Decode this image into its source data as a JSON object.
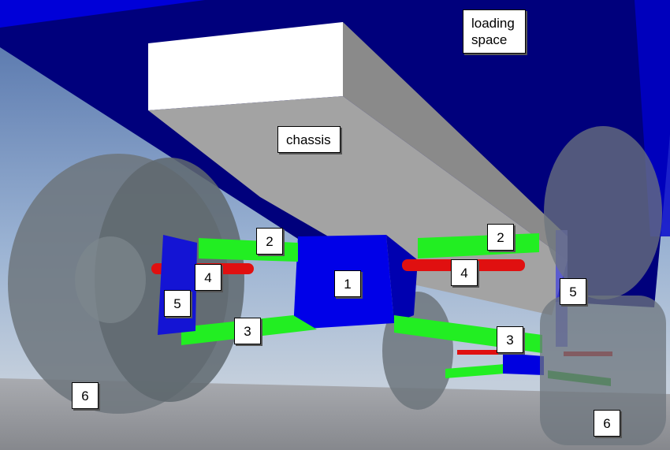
{
  "labels": {
    "loading_space": "loading\nspace",
    "chassis": "chassis",
    "part_1": "1",
    "part_2_left": "2",
    "part_2_right": "2",
    "part_3_left": "3",
    "part_3_right": "3",
    "part_4_left": "4",
    "part_4_right": "4",
    "part_5_left": "5",
    "part_5_right": "5",
    "part_6_left": "6",
    "part_6_right": "6"
  },
  "colors": {
    "loading_space": "#00007a",
    "chassis": "#a4a4a4",
    "wheel": "#707a80",
    "center_block": "#0000e6",
    "upper_arm": "#22ee22",
    "lower_arm": "#22ee22",
    "axle": "#e01010",
    "hub": "#1010d0",
    "sky": "#7f9ec6",
    "ground": "#8e9096"
  }
}
